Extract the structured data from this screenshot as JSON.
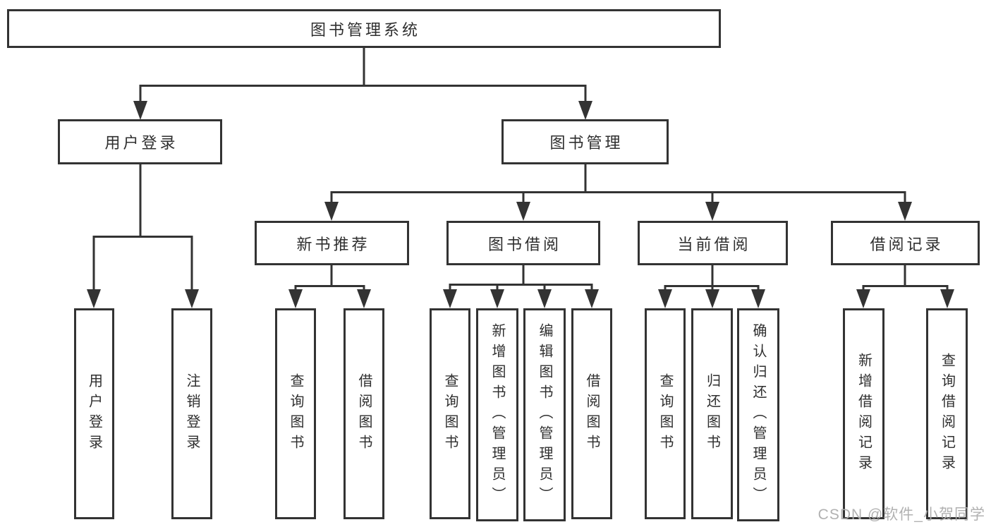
{
  "colors": {
    "line": "#333333",
    "box_border": "#333333",
    "box_background": "#ffffff",
    "text": "#2f2f2f",
    "watermark": "#adadad"
  },
  "watermark": {
    "text": "CSDN @软件_小贺同学"
  },
  "tree": {
    "label": "图书管理系统",
    "children": [
      {
        "label": "用户登录",
        "children": [
          {
            "label": "用户登录"
          },
          {
            "label": "注销登录"
          }
        ]
      },
      {
        "label": "图书管理",
        "children": [
          {
            "label": "新书推荐",
            "children": [
              {
                "label": "查询图书"
              },
              {
                "label": "借阅图书"
              }
            ]
          },
          {
            "label": "图书借阅",
            "children": [
              {
                "label": "查询图书"
              },
              {
                "label": "新增图书（管理员）"
              },
              {
                "label": "编辑图书（管理员）"
              },
              {
                "label": "借阅图书"
              }
            ]
          },
          {
            "label": "当前借阅",
            "children": [
              {
                "label": "查询图书"
              },
              {
                "label": "归还图书"
              },
              {
                "label": "确认归还（管理员）"
              }
            ]
          },
          {
            "label": "借阅记录",
            "children": [
              {
                "label": "新增借阅记录"
              },
              {
                "label": "查询借阅记录"
              }
            ]
          }
        ]
      }
    ]
  }
}
